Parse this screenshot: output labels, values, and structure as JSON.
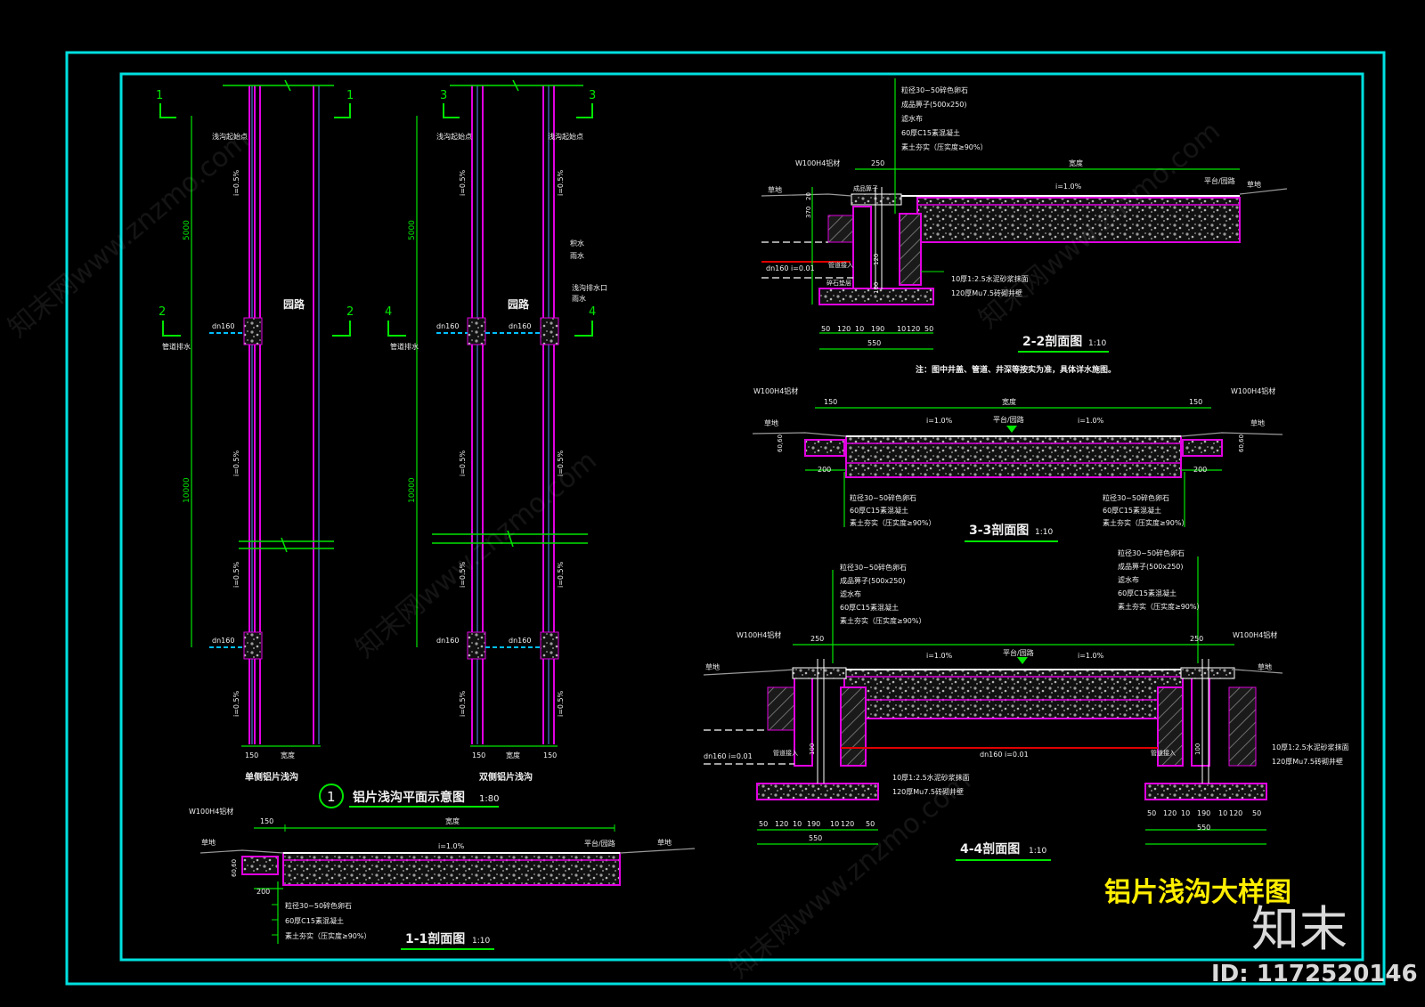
{
  "sheet_title": "铝片浅沟大样图",
  "brand": {
    "logo": "知末",
    "id_label": "ID: 1172520146",
    "watermark": "知末网www.znzmo.com"
  },
  "plan": {
    "title": "铝片浅沟平面示意图",
    "scale": "1:80",
    "number": "1",
    "left_caption": "单侧铝片浅沟",
    "right_caption": "双侧铝片浅沟",
    "road_label": "园路",
    "start_label": "浅沟起始点",
    "slope": "i=0.5%",
    "pipe": "dn160",
    "pipe_label": "管道排水",
    "dim_upper": "5000",
    "dim_lower": "10000",
    "width_a": "150",
    "width_b": "宽度",
    "markers": [
      "1",
      "2",
      "3",
      "4"
    ],
    "note_a": "积水",
    "note_b": "雨水",
    "note_c": "浅沟排水口",
    "note_d": "雨水"
  },
  "sec11": {
    "title": "1-1剖面图",
    "scale": "1:10",
    "label_w100": "W100H4铝材",
    "d150": "150",
    "width": "宽度",
    "slope": "i=1.0%",
    "paving": "平台/园路",
    "lawn": "草地",
    "d200": "200",
    "d6060": "60,60",
    "layers": [
      "粒径30~50碎色卵石",
      "60厚C15素混凝土",
      "素土夯实（压实度≥90%）"
    ]
  },
  "sec22": {
    "title": "2-2剖面图",
    "scale": "1:10",
    "label_w100": "W100H4铝材",
    "d250": "250",
    "width": "宽度",
    "slope": "i=1.0%",
    "paving": "平台/园路",
    "lawn": "草地",
    "top_layers": [
      "粒径30~50碎色卵石",
      "成品箅子(500x250)",
      "滤水布",
      "60厚C15素混凝土",
      "素土夯实（压实度≥90%）"
    ],
    "cover": "成品箅子",
    "pipe": "dn160 i=0.01",
    "pipe_tag": "管道接入",
    "gravel": "碎石垫层",
    "wall_a": "10厚1:2.5水泥砂浆抹面",
    "wall_b": "120厚Mu7.5砖砌井壁",
    "dims": [
      "50",
      "120",
      "10",
      "190",
      "10",
      "120",
      "50"
    ],
    "total": "550",
    "v_dims": [
      "20",
      "370",
      "120",
      "100"
    ],
    "note": "注：图中井盖、管道、井深等按实为准，具体详水施图。"
  },
  "sec33": {
    "title": "3-3剖面图",
    "scale": "1:10",
    "label_w100": "W100H4铝材",
    "d150": "150",
    "width": "宽度",
    "slope": "i=1.0%",
    "paving": "平台/园路",
    "lawn": "草地",
    "d200": "200",
    "d6060": "60,60",
    "layers": [
      "粒径30~50碎色卵石",
      "60厚C15素混凝土",
      "素土夯实（压实度≥90%）"
    ]
  },
  "sec44": {
    "title": "4-4剖面图",
    "scale": "1:10",
    "label_w100": "W100H4铝材",
    "d250": "250",
    "slope": "i=1.0%",
    "paving": "平台/园路",
    "lawn": "草地",
    "left_layers": [
      "粒径30~50碎色卵石",
      "成品箅子(500x250)",
      "滤水布",
      "60厚C15素混凝土",
      "素土夯实（压实度≥90%）"
    ],
    "right_layers": [
      "粒径30~50碎色卵石",
      "成品箅子(500x250)",
      "滤水布",
      "60厚C15素混凝土",
      "素土夯实（压实度≥90%）"
    ],
    "pipe_left": "dn160 i=0.01",
    "pipe_mid": "dn160 i=0.01",
    "pipe_tag": "管道接入",
    "wall_a": "10厚1:2.5水泥砂浆抹面",
    "wall_b": "120厚Mu7.5砖砌井壁",
    "dims": [
      "50",
      "120",
      "10",
      "190",
      "10",
      "120",
      "50"
    ],
    "total": "550",
    "v_dims": [
      "100",
      "100"
    ]
  },
  "colors": {
    "frame": "#00e0e0",
    "dim": "#00e600",
    "wall": "#e100e1",
    "pipe": "#00bfff",
    "text": "#f0f0f0",
    "title": "#ffee00",
    "hatch": "#9a9a9a"
  }
}
